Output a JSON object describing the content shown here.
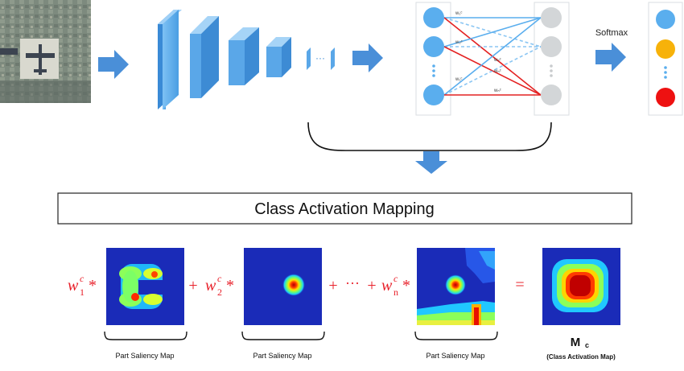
{
  "top": {
    "softmax_label": "Softmax",
    "weight_labels": [
      "w₁ᶜ",
      "w₂ᶜ",
      "w₁ᶜ",
      "w₂ᶜ",
      "wₙᶜ",
      "wₙᶜ"
    ],
    "dots": "···"
  },
  "cam_title": "Class Activation Mapping",
  "equation": {
    "terms": [
      {
        "weight": "w",
        "sup": "c",
        "sub": "1",
        "op": "*",
        "caption": "Part Saliency Map"
      },
      {
        "weight": "w",
        "sup": "c",
        "sub": "2",
        "op": "*",
        "caption": "Part Saliency Map"
      },
      {
        "weight": "w",
        "sup": "c",
        "sub": "n",
        "op": "*",
        "caption": "Part Saliency Map"
      }
    ],
    "plus": "+",
    "ellipsis": "···",
    "equals": "=",
    "result_label": "M",
    "result_sub": "c",
    "result_caption": "(Class Activation Map)"
  },
  "colors": {
    "arrow_blue": "#4a8fd8",
    "layer_blue": "#5aa7e8",
    "node_blue": "#5aaeee",
    "node_gray": "#d3d6d8",
    "node_orange": "#f7b20a",
    "node_red": "#ee1111",
    "edge_red": "#e42222",
    "edge_blue": "#5aaeee",
    "heat_bg": "#1a2bb8"
  }
}
